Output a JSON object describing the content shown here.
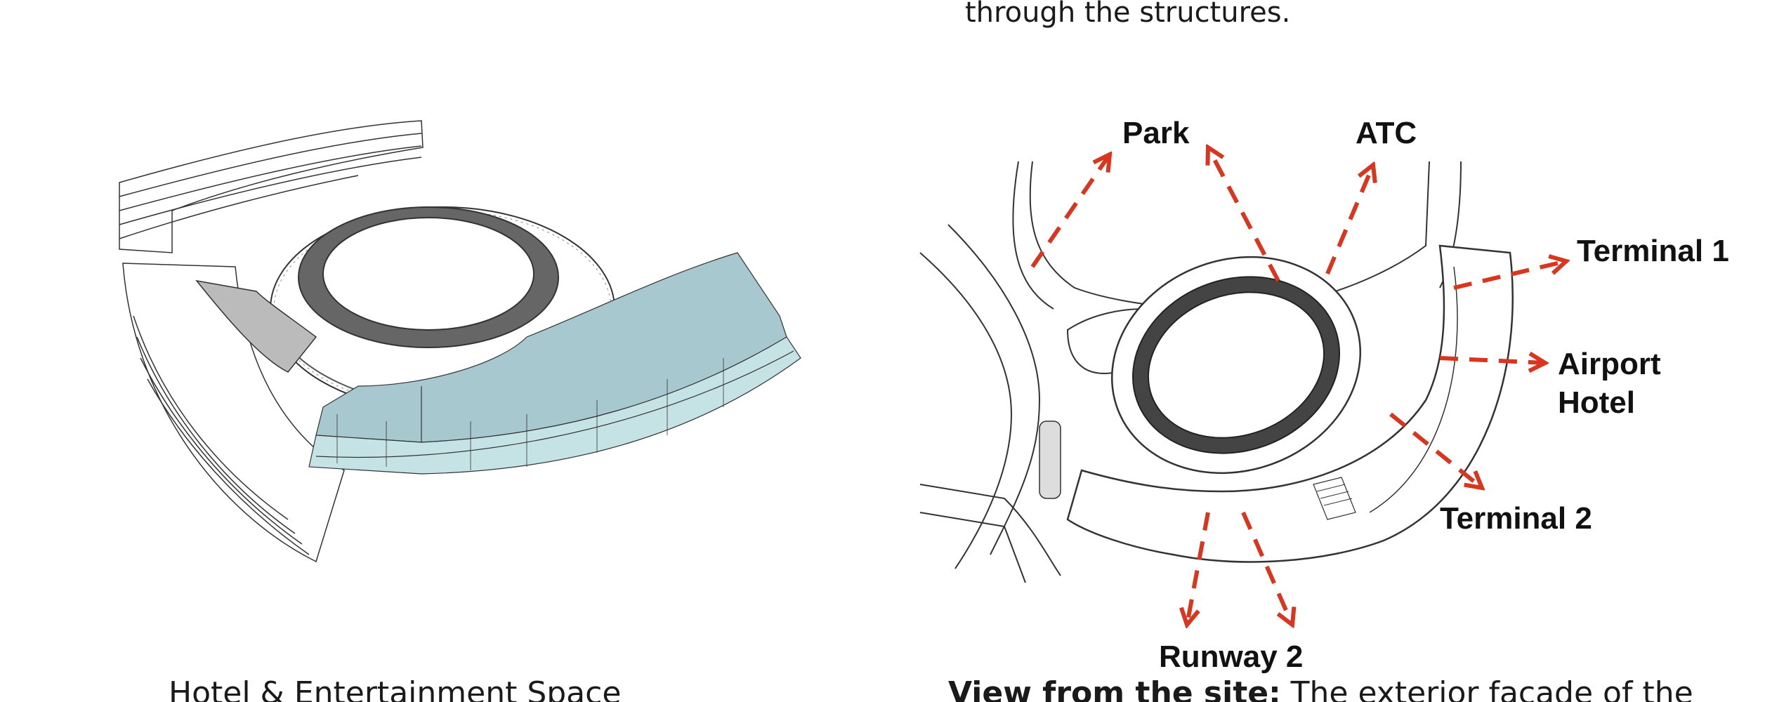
{
  "top_text": "through the structures.",
  "left_caption": "Hotel & Entertainment Space",
  "right_caption": {
    "lead": "View from the site:",
    "text": " The exterior facade of the"
  },
  "map_labels": {
    "park": "Park",
    "atc": "ATC",
    "terminal1": "Terminal 1",
    "airport_hotel_1": "Airport",
    "airport_hotel_2": "Hotel",
    "terminal2": "Terminal 2",
    "runway2": "Runway 2"
  },
  "colors": {
    "arrow": "#d9361f",
    "highlight_dark": "#a7c8cf",
    "highlight_light": "#c5e3e4",
    "line": "#333333"
  }
}
